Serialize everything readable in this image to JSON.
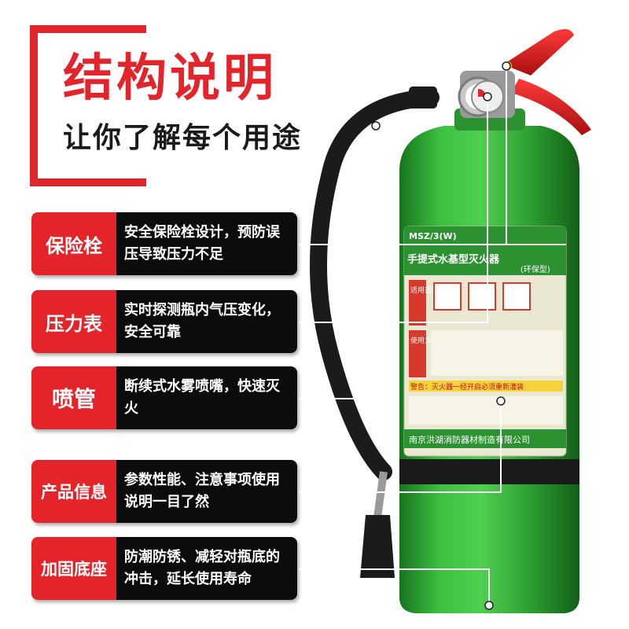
{
  "header": {
    "title": "结构说明",
    "subtitle": "让你了解每个用途"
  },
  "features": [
    {
      "name": "保险栓",
      "desc": "安全保险栓设计，预防误压导致压力不足"
    },
    {
      "name": "压力表",
      "desc": "实时探测瓶内气压变化，安全可靠"
    },
    {
      "name": "喷管",
      "desc": "断续式水雾喷嘴，快速灭火"
    },
    {
      "name": "产品信息",
      "desc": "参数性能、注意事项使用说明一目了然"
    },
    {
      "name": "加固底座",
      "desc": "防潮防锈、减轻对瓶底的冲击，延长使用寿命"
    }
  ],
  "product_label": {
    "model": "MSZ/3(W)",
    "title": "手提式水基型灭火器",
    "tag": "(环保型)",
    "section_scope": "适用范围",
    "section_usage": "使用方法",
    "warning": "警告：灭火器一经开启必须重新灌装",
    "maker": "南京洪湖消防器材制造有限公司"
  },
  "colors": {
    "accent": "#e3242b",
    "panel": "#0c0c0c",
    "cylinder": "#2fa836",
    "label_bg": "#eae8d2"
  }
}
